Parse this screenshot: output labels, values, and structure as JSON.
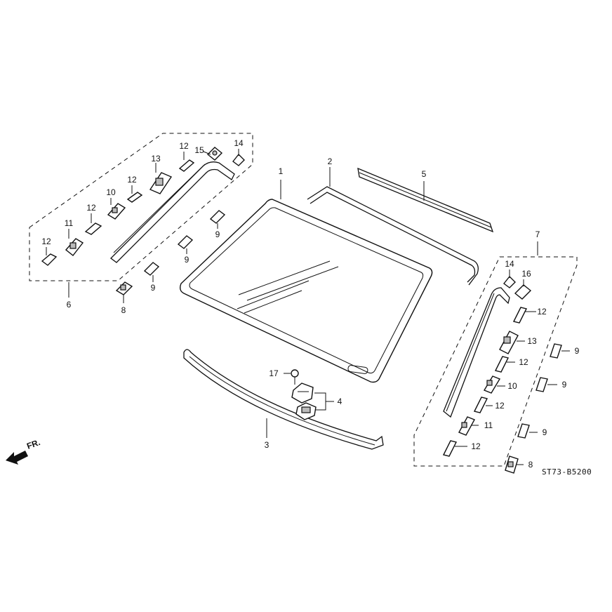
{
  "diagram": {
    "direction_label": "FR.",
    "diagram_code": "ST73-B5200",
    "callouts": {
      "c1": "1",
      "c2": "2",
      "c3": "3",
      "c4": "4",
      "c5": "5",
      "c6": "6",
      "c7": "7",
      "c17": "17",
      "l12a": "12",
      "l11": "11",
      "l12b": "12",
      "l10": "10",
      "l12c": "12",
      "l13": "13",
      "l12d": "12",
      "l15": "15",
      "l14": "14",
      "l9a": "9",
      "l9b": "9",
      "l9c": "9",
      "l8": "8",
      "r14": "14",
      "r16": "16",
      "r12a": "12",
      "r13": "13",
      "r12b": "12",
      "r10": "10",
      "r12c": "12",
      "r11": "11",
      "r12d": "12",
      "r9a": "9",
      "r9b": "9",
      "r9c": "9",
      "r8": "8"
    }
  }
}
